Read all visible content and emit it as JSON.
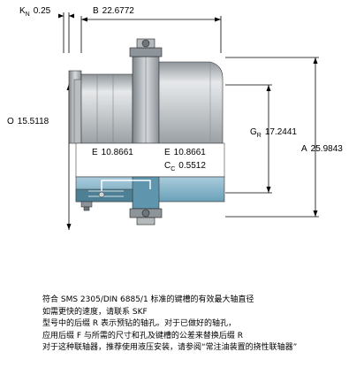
{
  "diagram": {
    "kn": {
      "symbol": "K",
      "sub": "N",
      "value": "0.25"
    },
    "b": {
      "symbol": "B",
      "value": "22.6772"
    },
    "o": {
      "symbol": "O",
      "value": "15.5118"
    },
    "gr": {
      "symbol": "G",
      "sub": "R",
      "value": "17.2441"
    },
    "a": {
      "symbol": "A",
      "value": "25.9843"
    },
    "e_left": {
      "symbol": "E",
      "value": "10.8661"
    },
    "e_right": {
      "symbol": "E",
      "value": "10.8661"
    },
    "cc": {
      "symbol": "C",
      "sub": "C",
      "value": "0.5512"
    }
  },
  "note": {
    "lines": [
      "符合 SMS 2305/DIN 6885/1 标准的键槽的有效最大轴直径",
      "如需更快的速度，请联系 SKF",
      "型号中的后缀 R 表示预钻的轴孔。对于已做好的轴孔，",
      "应用后缀 F 与所需的尺寸和孔及键槽的公差来替换后缀 R",
      "对于这种联轴器，推荐使用液压安装，请参阅“常注油装置的挠性联轴器”"
    ]
  },
  "colors": {
    "steel_light": "#d2d5d7",
    "steel_mid": "#a6abaf",
    "steel_dark": "#6f767b",
    "section_blue": "#7fb1c8",
    "section_dark": "#4d7f95",
    "line": "#000000"
  }
}
